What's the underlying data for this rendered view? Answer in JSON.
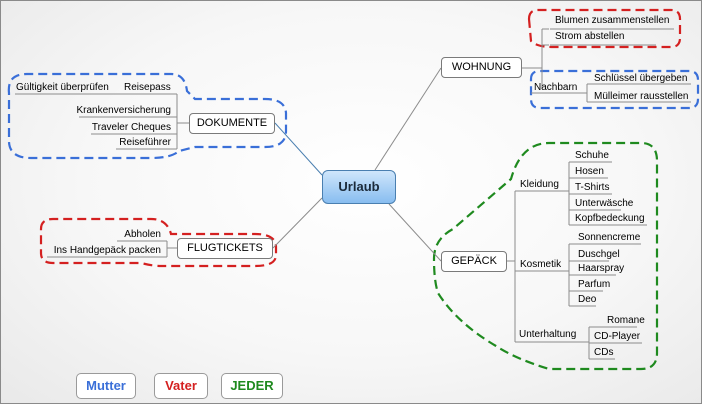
{
  "root": "Urlaub",
  "branches": {
    "wohnung": {
      "label": "WOHNUNG",
      "items": [
        "Blumen zusammenstellen",
        "Strom abstellen"
      ],
      "nachbarn": {
        "label": "Nachbarn",
        "items": [
          "Schlüssel übergeben",
          "Mülleimer rausstellen"
        ]
      }
    },
    "dokumente": {
      "label": "DOKUMENTE",
      "reisepass": {
        "label": "Reisepass",
        "items": [
          "Gültigkeit überprüfen"
        ]
      },
      "items": [
        "Krankenversicherung",
        "Traveler Cheques",
        "Reiseführer"
      ]
    },
    "flugtickets": {
      "label": "FLUGTICKETS",
      "items": [
        "Abholen",
        "Ins Handgepäck packen"
      ]
    },
    "gepaeck": {
      "label": "GEPÄCK",
      "kleidung": {
        "label": "Kleidung",
        "items": [
          "Schuhe",
          "Hosen",
          "T-Shirts",
          "Unterwäsche",
          "Kopfbedeckung"
        ]
      },
      "kosmetik": {
        "label": "Kosmetik",
        "items": [
          "Sonnencreme",
          "Duschgel",
          "Haarspray",
          "Parfum",
          "Deo"
        ]
      },
      "unterhaltung": {
        "label": "Unterhaltung",
        "items": [
          "Romane",
          "CD-Player",
          "CDs"
        ]
      }
    }
  },
  "legend": [
    {
      "label": "Mutter",
      "color": "#3a6fd8"
    },
    {
      "label": "Vater",
      "color": "#d42020"
    },
    {
      "label": "JEDER",
      "color": "#1f8a1f"
    }
  ],
  "colors": {
    "blue": "#3a6fd8",
    "red": "#d42020",
    "green": "#1f8a1f",
    "line": "#8c8c8c",
    "rootLine": "#4a7fb0"
  }
}
